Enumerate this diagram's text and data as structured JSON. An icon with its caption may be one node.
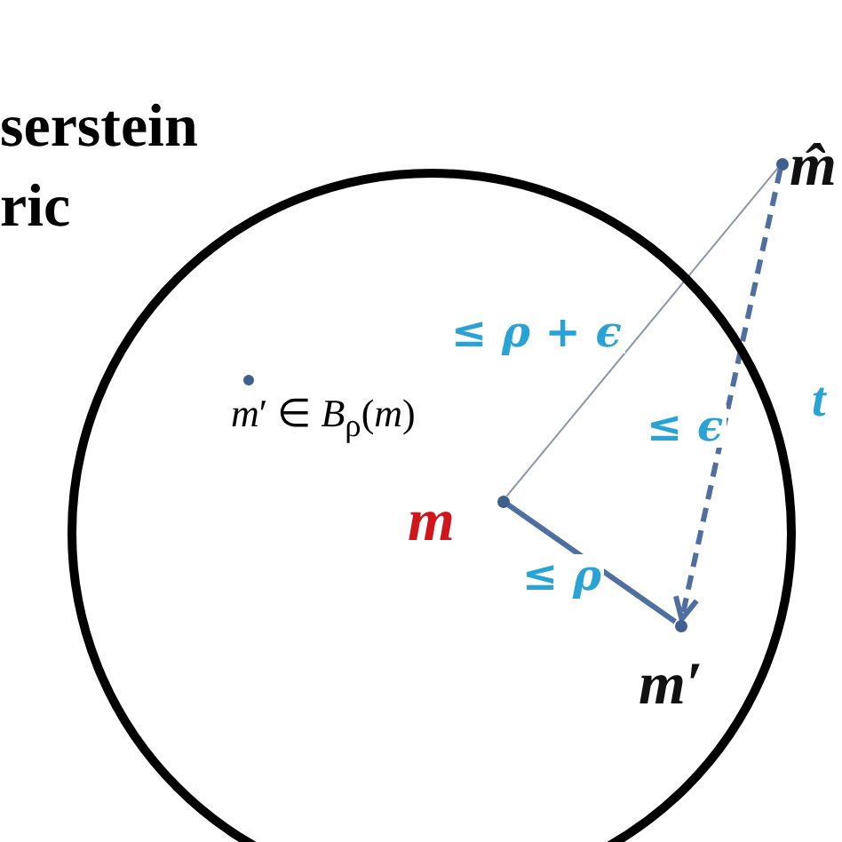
{
  "diagram": {
    "nodes": [
      {
        "text": [],
        "shape": "circle"
      },
      {
        "text": [
          "m"
        ],
        "in": 0
      },
      {
        "text": [
          "m′"
        ],
        "in": 0
      },
      {
        "text": [
          "m̂"
        ]
      }
    ],
    "edges": [
      {
        "from": 1,
        "to": 3,
        "arrow": "none",
        "label": "≤ ρ + ϵ",
        "color": "#8c96a8"
      },
      {
        "from": 3,
        "to": 2,
        "arrow": "to",
        "label": "≤ ϵ",
        "style": "dashed"
      },
      {
        "from": 1,
        "to": 2,
        "arrow": "none",
        "label": "≤ ρ"
      }
    ],
    "labels": [
      "serstein",
      "ric",
      "*m*′ ∈ *B*$_{ρ}$(*m*)",
      "t"
    ]
  }
}
